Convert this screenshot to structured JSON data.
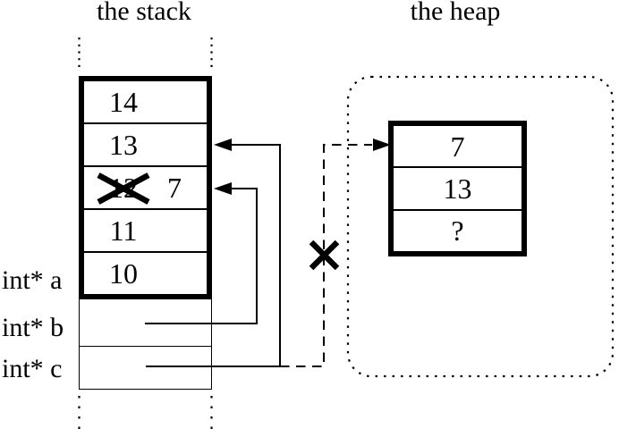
{
  "stack": {
    "title": "the stack",
    "rows": [
      {
        "value": "14"
      },
      {
        "value": "13"
      },
      {
        "value": "12",
        "crossed_out": true,
        "new_value": "7"
      },
      {
        "value": "11"
      },
      {
        "value": "10"
      }
    ],
    "pointer_labels": [
      "int* a",
      "int* b",
      "int* c"
    ]
  },
  "heap": {
    "title": "the heap",
    "cells": [
      "7",
      "13",
      "?"
    ]
  },
  "colors": {
    "line": "#000000",
    "background": "#ffffff"
  }
}
